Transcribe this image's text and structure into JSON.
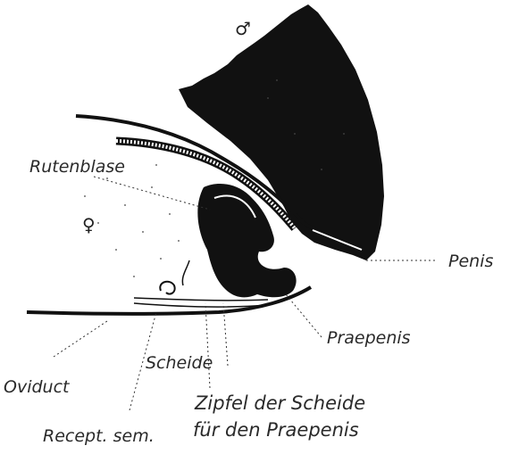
{
  "symbols": {
    "male": "♂",
    "female": "♀"
  },
  "labels": {
    "rutenblase": "Rutenblase",
    "penis": "Penis",
    "praepenis": "Praepenis",
    "oviduct": "Oviduct",
    "scheide": "Scheide",
    "zipfel_line1": "Zipfel der Scheide",
    "zipfel_line2": "für den Praepenis",
    "recept": "Recept. sem."
  },
  "colors": {
    "ink": "#111111",
    "label": "#2a2a2a",
    "background": "#ffffff"
  }
}
